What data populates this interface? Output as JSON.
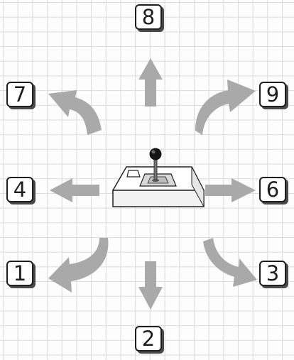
{
  "keys": {
    "up": "8",
    "up_left": "7",
    "up_right": "9",
    "left": "4",
    "right": "6",
    "down_left": "1",
    "down_right": "3",
    "down": "2"
  },
  "colors": {
    "arrow": "#a9a9a9",
    "grid": "#dcdcdc",
    "key_border": "#1e1e1e",
    "joystick_knob": "#151515"
  },
  "icons": {
    "center": "joystick-icon",
    "arrows": [
      "arrow-up-icon",
      "arrow-curved-up-left-icon",
      "arrow-curved-up-right-icon",
      "arrow-left-icon",
      "arrow-right-icon",
      "arrow-curved-down-left-icon",
      "arrow-curved-down-right-icon",
      "arrow-down-icon"
    ]
  }
}
